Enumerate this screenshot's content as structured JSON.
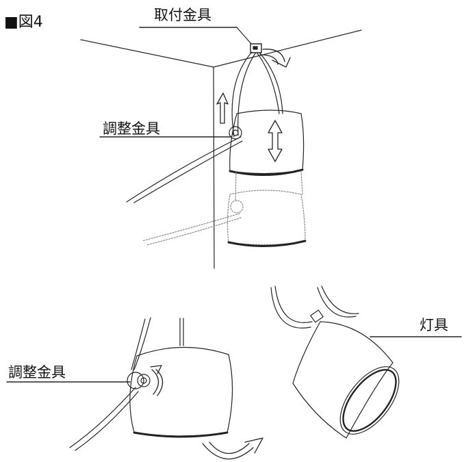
{
  "figure": {
    "title": "■図4"
  },
  "labels": {
    "mounting_bracket": "取付金具",
    "adjuster_top": "調整金具",
    "adjuster_bottom": "調整金具",
    "lamp": "灯具"
  }
}
